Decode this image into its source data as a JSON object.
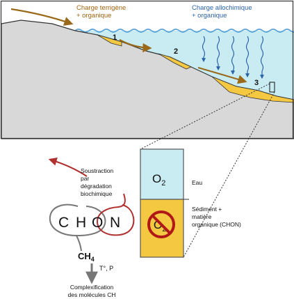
{
  "top_labels": {
    "terrigene_line1": "Charge terrigène",
    "terrigene_line2": "+ organique",
    "allochimique_line1": "Charge allochimique",
    "allochimique_line2": "+ organique"
  },
  "site_numbers": [
    "1",
    "2",
    "3"
  ],
  "column": {
    "water_formula": "O",
    "water_subscript": "2",
    "sediment_formula": "O",
    "sediment_subscript": "2",
    "water_label": "Eau",
    "sediment_label_line1": "Sédiment +",
    "sediment_label_line2": "matière",
    "sediment_label_line3": "organique (CHON)"
  },
  "chon": {
    "letters": [
      "C",
      "H",
      "O",
      "N"
    ],
    "soustraction_line1": "Soustraction",
    "soustraction_line2": "par",
    "soustraction_line3": "dégradation",
    "soustraction_line4": "biochimique",
    "methane": "CH",
    "methane_subscript": "4",
    "conditions": "T°, P",
    "result_line1": "Complexification",
    "result_line2": "des molécules CH"
  },
  "colors": {
    "water": "#c8ecf2",
    "water_line": "#5aa2d6",
    "rock": "#d8d8d8",
    "sediment": "#f5c842",
    "arrow_brown": "#9a6a1a",
    "arrow_red": "#b03030",
    "label_brown": "#a0620f",
    "label_blue": "#2a62a8",
    "prohibit_red": "#b01818"
  }
}
